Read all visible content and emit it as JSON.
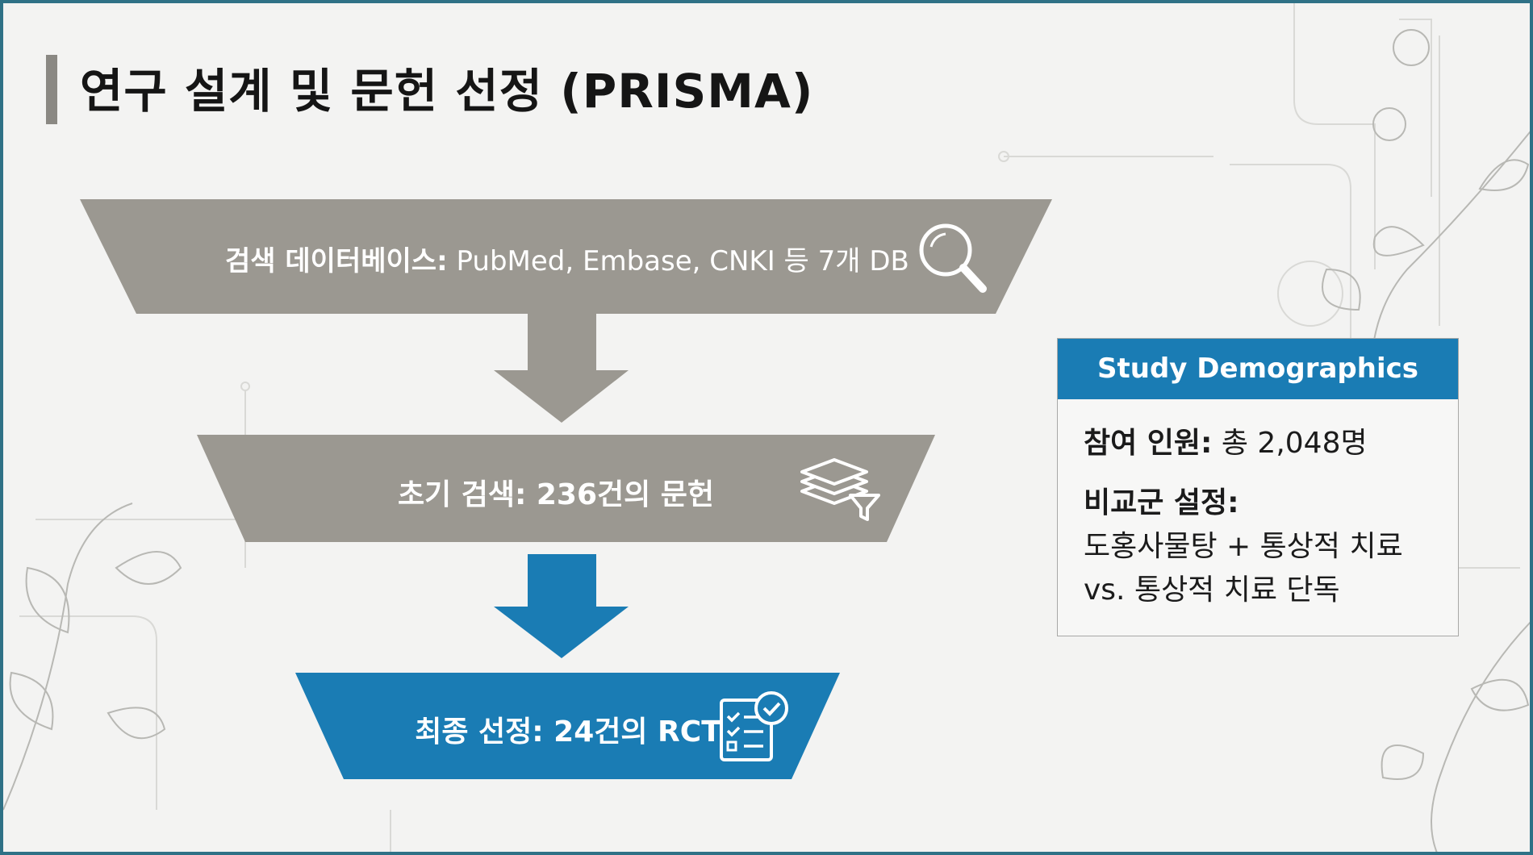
{
  "title": "연구 설계 및 문헌 선정 (PRISMA)",
  "colors": {
    "frame": "#2f7186",
    "gray_stage": "#9b9891",
    "blue_stage": "#1a7cb4",
    "background": "#f3f3f2"
  },
  "stages": [
    {
      "label": "검색 데이터베이스:",
      "detail": " PubMed, Embase, CNKI 등 7개 DB",
      "icon": "magnifier-icon"
    },
    {
      "label": "초기 검색: 236건의 문헌",
      "icon": "stacked-documents-filter-icon"
    },
    {
      "label": "최종 선정: 24건의 RCT",
      "icon": "checklist-icon"
    }
  ],
  "demographics": {
    "header": "Study Demographics",
    "participants_label": "참여 인원:",
    "participants_value": " 총 2,048명",
    "comparison_label": "비교군 설정:",
    "comparison_line1": "도홍사물탕 + 통상적 치료",
    "comparison_line2": "vs. 통상적 치료 단독"
  }
}
